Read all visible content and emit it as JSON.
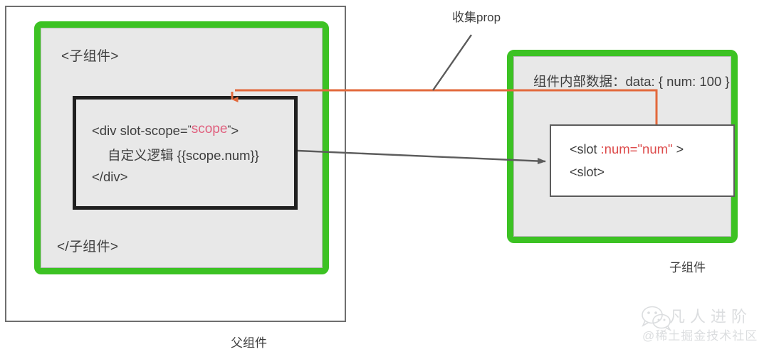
{
  "diagram": {
    "title_annotation": "收集prop",
    "parent": {
      "caption": "父组件",
      "open_tag": "<子组件>",
      "close_tag": "</子组件>",
      "code": {
        "line1_pre": "<div slot-scope=",
        "line1_quote_open": "\"",
        "line1_value": "scope",
        "line1_quote_close": "\"",
        "line1_post": ">",
        "line2": "自定义逻辑 {{scope.num}}",
        "line3": "</div>"
      }
    },
    "child": {
      "caption": "子组件",
      "data_line": "组件内部数据：data: { num: 100 }",
      "slot": {
        "line1_name": "<slot",
        "line1_binding": ":num=\"num\"",
        "line1_close": ">",
        "line2": "<slot>"
      }
    },
    "colors": {
      "green": "#3cc223",
      "orange": "#e2693c",
      "gray_arrow": "#5c5c5c",
      "black_box": "#1f1f1f",
      "pink_highlight": "#e0607e",
      "red_text": "#dd4a4a",
      "panel_fill": "#e8e8e8"
    }
  },
  "watermark": {
    "line1": "凡人进阶",
    "line2": "@稀土掘金技术社区",
    "icon": "wechat-icon"
  }
}
